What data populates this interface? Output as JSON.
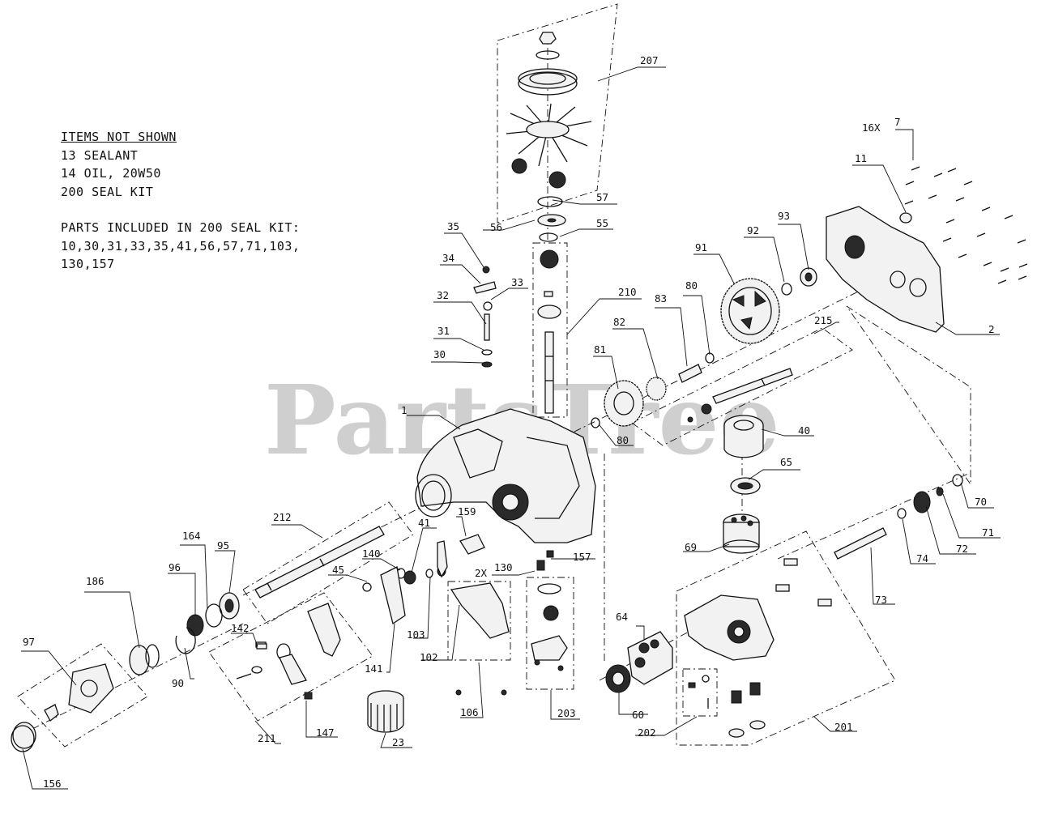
{
  "watermark": "PartsTree",
  "notes": {
    "items_not_shown_header": "ITEMS NOT SHOWN",
    "items_not_shown": [
      "13 SEALANT",
      "14 OIL, 20W50",
      "200 SEAL KIT"
    ],
    "seal_kit_header": "PARTS INCLUDED IN 200 SEAL KIT:",
    "seal_kit_lines": [
      "10,30,31,33,35,41,56,57,71,103,",
      "130,157"
    ]
  },
  "callouts": [
    {
      "id": "c207",
      "text": "207"
    },
    {
      "id": "c57",
      "text": "57"
    },
    {
      "id": "c56",
      "text": "56"
    },
    {
      "id": "c55",
      "text": "55"
    },
    {
      "id": "c35",
      "text": "35"
    },
    {
      "id": "c34",
      "text": "34"
    },
    {
      "id": "c33",
      "text": "33"
    },
    {
      "id": "c32",
      "text": "32"
    },
    {
      "id": "c31",
      "text": "31"
    },
    {
      "id": "c30",
      "text": "30"
    },
    {
      "id": "c210",
      "text": "210"
    },
    {
      "id": "c16x",
      "text": "16X"
    },
    {
      "id": "c7",
      "text": "7"
    },
    {
      "id": "c11",
      "text": "11"
    },
    {
      "id": "c93",
      "text": "93"
    },
    {
      "id": "c92",
      "text": "92"
    },
    {
      "id": "c91",
      "text": "91"
    },
    {
      "id": "c83",
      "text": "83"
    },
    {
      "id": "c80a",
      "text": "80"
    },
    {
      "id": "c82",
      "text": "82"
    },
    {
      "id": "c215",
      "text": "215"
    },
    {
      "id": "c2",
      "text": "2"
    },
    {
      "id": "c81",
      "text": "81"
    },
    {
      "id": "c80b",
      "text": "80"
    },
    {
      "id": "c40",
      "text": "40"
    },
    {
      "id": "c1",
      "text": "1"
    },
    {
      "id": "c65",
      "text": "65"
    },
    {
      "id": "c70",
      "text": "70"
    },
    {
      "id": "c71",
      "text": "71"
    },
    {
      "id": "c72",
      "text": "72"
    },
    {
      "id": "c74",
      "text": "74"
    },
    {
      "id": "c69",
      "text": "69"
    },
    {
      "id": "c73",
      "text": "73"
    },
    {
      "id": "c212",
      "text": "212"
    },
    {
      "id": "c159",
      "text": "159"
    },
    {
      "id": "c41",
      "text": "41"
    },
    {
      "id": "c164",
      "text": "164"
    },
    {
      "id": "c95",
      "text": "95"
    },
    {
      "id": "c140",
      "text": "140"
    },
    {
      "id": "c157",
      "text": "157"
    },
    {
      "id": "c2x",
      "text": "2X"
    },
    {
      "id": "c130",
      "text": "130"
    },
    {
      "id": "c96",
      "text": "96"
    },
    {
      "id": "c45",
      "text": "45"
    },
    {
      "id": "c186",
      "text": "186"
    },
    {
      "id": "c103",
      "text": "103"
    },
    {
      "id": "c142",
      "text": "142"
    },
    {
      "id": "c102",
      "text": "102"
    },
    {
      "id": "c64",
      "text": "64"
    },
    {
      "id": "c97",
      "text": "97"
    },
    {
      "id": "c90",
      "text": "90"
    },
    {
      "id": "c141",
      "text": "141"
    },
    {
      "id": "c106",
      "text": "106"
    },
    {
      "id": "c203",
      "text": "203"
    },
    {
      "id": "c60",
      "text": "60"
    },
    {
      "id": "c202",
      "text": "202"
    },
    {
      "id": "c201",
      "text": "201"
    },
    {
      "id": "c147",
      "text": "147"
    },
    {
      "id": "c211",
      "text": "211"
    },
    {
      "id": "c23",
      "text": "23"
    },
    {
      "id": "c156",
      "text": "156"
    }
  ]
}
